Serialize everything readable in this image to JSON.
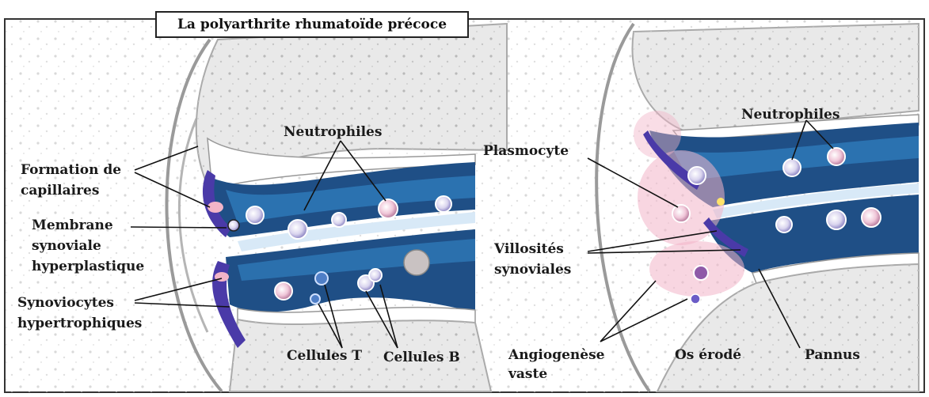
{
  "title": "La polyarthrite rhumatoïde précoce",
  "left_panel": {
    "neutrophiles": "Neutrophiles",
    "formation_capillaires": [
      "Formation de",
      "capillaires"
    ],
    "membrane_synoviale": [
      "Membrane",
      "synoviale",
      "hyperplastique"
    ],
    "synoviocytes": [
      "Synoviocytes",
      "hypertrophiques"
    ],
    "cellules_t": "Cellules T",
    "cellules_b": "Cellules B"
  },
  "right_panel": {
    "neutrophiles": "Neutrophiles",
    "plasmocyte": "Plasmocyte",
    "villosites": [
      "Villosités",
      "synoviales"
    ],
    "angiogenese": [
      "Angiogenèse",
      "vaste"
    ],
    "os_erode": "Os érodé",
    "pannus": "Pannus"
  },
  "colors": {
    "bone": "#e6e6e6",
    "cartilage": "#ffffff",
    "synovial_dark": "#1f4f86",
    "synovial_light": "#2e78b7",
    "membrane_purple": "#4a3aa8",
    "inflammation_pink": "#f2b4c8",
    "outline": "#222222"
  }
}
